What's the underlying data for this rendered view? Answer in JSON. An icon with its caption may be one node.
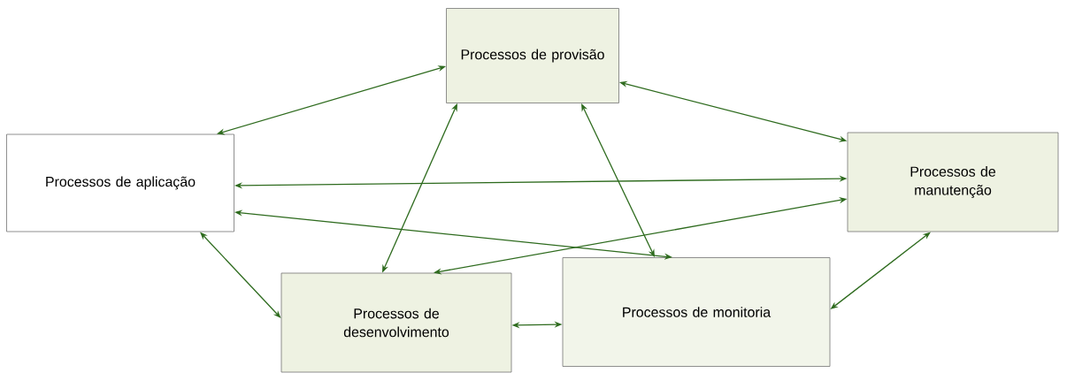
{
  "diagram": {
    "nodes": [
      {
        "text": [
          "Processos de provisão"
        ]
      },
      {
        "text": [
          "Processos de aplicação"
        ]
      },
      {
        "text": [
          "Processos de manutenção"
        ]
      },
      {
        "text": [
          "Processos de desenvolvimento"
        ]
      },
      {
        "text": [
          "Processos de monitoria"
        ]
      }
    ],
    "edges": [
      {
        "from": 1,
        "to": 0,
        "arrow": "both"
      },
      {
        "from": 0,
        "to": 2,
        "arrow": "both"
      },
      {
        "from": 1,
        "to": 2,
        "arrow": "both"
      },
      {
        "from": 1,
        "to": 4,
        "arrow": "both"
      },
      {
        "from": 3,
        "to": 2,
        "arrow": "both"
      },
      {
        "from": 0,
        "to": 3,
        "arrow": "both"
      },
      {
        "from": 0,
        "to": 4,
        "arrow": "both"
      },
      {
        "from": 1,
        "to": 3,
        "arrow": "both"
      },
      {
        "from": 3,
        "to": 4,
        "arrow": "both"
      },
      {
        "from": 4,
        "to": 2,
        "arrow": "both"
      }
    ]
  }
}
